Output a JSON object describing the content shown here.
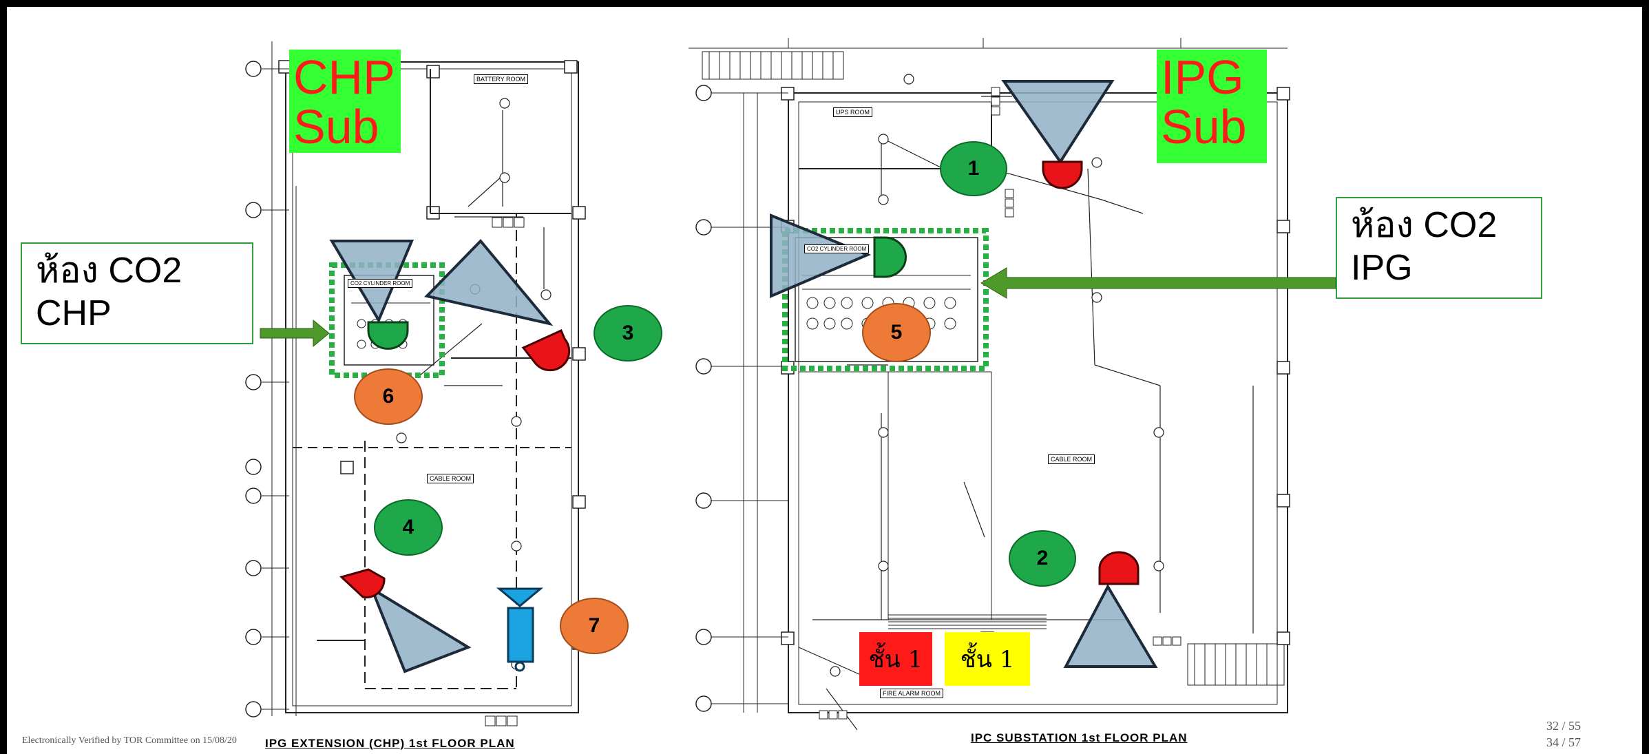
{
  "labels": {
    "co2_chp": [
      "ห้อง CO2",
      "CHP"
    ],
    "co2_ipg": [
      "ห้อง CO2",
      "IPG"
    ],
    "chp_sub": [
      "CHP",
      "Sub"
    ],
    "ipg_sub": [
      "IPG",
      "Sub"
    ]
  },
  "markers": [
    {
      "num": "1",
      "color": "green"
    },
    {
      "num": "2",
      "color": "green"
    },
    {
      "num": "3",
      "color": "green"
    },
    {
      "num": "4",
      "color": "green"
    },
    {
      "num": "5",
      "color": "orange"
    },
    {
      "num": "6",
      "color": "orange"
    },
    {
      "num": "7",
      "color": "orange"
    }
  ],
  "floor_tags": {
    "red": "ชั้น 1",
    "yellow": "ชั้น 1"
  },
  "plan_titles": {
    "left": "IPG EXTENSION (CHP) 1st FLOOR PLAN",
    "right": "IPC SUBSTATION 1st FLOOR PLAN"
  },
  "room_labels": {
    "battery_room": "BATTERY ROOM",
    "cable_room_left": "CABLE ROOM",
    "ups_room": "UPS ROOM",
    "cable_room_right": "CABLE ROOM",
    "fire_alarm_room": "FIRE ALARM ROOM",
    "co2_cylinder_left": "CO2 CYLINDER ROOM",
    "co2_cylinder_right": "CO2 CYLINDER ROOM"
  },
  "footer": {
    "verified": "Electronically Verified by TOR Committee on 15/08/20",
    "page_a": "32 / 55",
    "page_b": "34 / 57"
  },
  "colors": {
    "green_marker": "#1fa84a",
    "orange_marker": "#ee7a38",
    "sub_bg": "#33ff33",
    "sub_text": "#ff1a1a",
    "detector_fill": "#8fb0c6",
    "bell": "#e8141a",
    "co2_zone": "#28b045",
    "arrow": "#4d9a2a",
    "strobe": "#1aa3e0"
  }
}
